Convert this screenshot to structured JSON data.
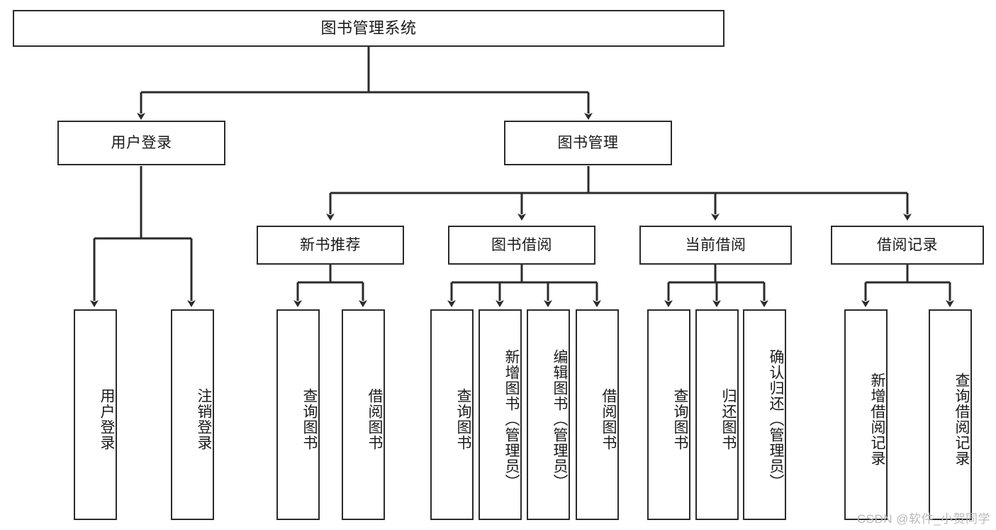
{
  "diagram": {
    "title": "图书管理系统",
    "type": "tree",
    "watermark": "CSDN @软件_小贺同学",
    "colors": {
      "stroke": "#2b2b2b",
      "fill": "#ffffff",
      "text": "#1a1a1a",
      "watermark": "#b9b9b9"
    },
    "nodes": {
      "root": {
        "label": "图书管理系统"
      },
      "level2": [
        {
          "id": "user-login",
          "label": "用户登录"
        },
        {
          "id": "book-manage",
          "label": "图书管理"
        }
      ],
      "level3": [
        {
          "id": "new-book-recommend",
          "label": "新书推荐"
        },
        {
          "id": "book-borrow",
          "label": "图书借阅"
        },
        {
          "id": "current-borrow",
          "label": "当前借阅"
        },
        {
          "id": "borrow-record",
          "label": "借阅记录"
        }
      ],
      "leaves": {
        "user-login": [
          {
            "id": "leaf-user-login",
            "label": "用户登录"
          },
          {
            "id": "leaf-logout",
            "label": "注销登录"
          }
        ],
        "new-book-recommend": [
          {
            "id": "leaf-query-book-1",
            "label": "查询图书"
          },
          {
            "id": "leaf-borrow-book-1",
            "label": "借阅图书"
          }
        ],
        "book-borrow": [
          {
            "id": "leaf-query-book-2",
            "label": "查询图书"
          },
          {
            "id": "leaf-add-book",
            "label": "新增图书（管理员）"
          },
          {
            "id": "leaf-edit-book",
            "label": "编辑图书（管理员）"
          },
          {
            "id": "leaf-borrow-book-2",
            "label": "借阅图书"
          }
        ],
        "current-borrow": [
          {
            "id": "leaf-query-book-3",
            "label": "查询图书"
          },
          {
            "id": "leaf-return-book",
            "label": "归还图书"
          },
          {
            "id": "leaf-confirm-return",
            "label": "确认归还（管理员）"
          }
        ],
        "borrow-record": [
          {
            "id": "leaf-add-record",
            "label": "新增借阅记录"
          },
          {
            "id": "leaf-query-record",
            "label": "查询借阅记录"
          }
        ]
      }
    }
  }
}
